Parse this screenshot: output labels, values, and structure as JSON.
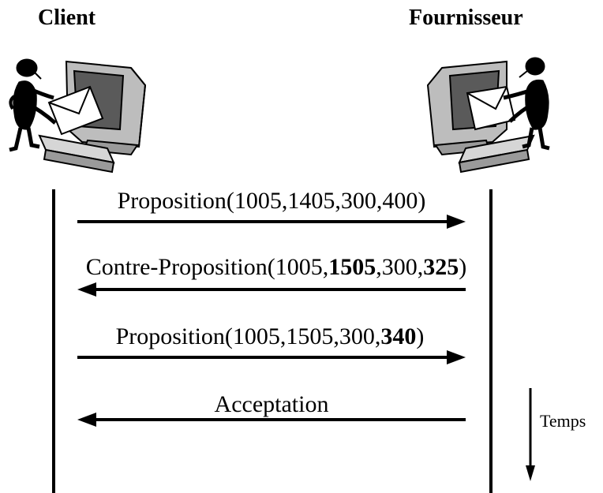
{
  "actors": {
    "client": "Client",
    "supplier": "Fournisseur"
  },
  "messages": [
    {
      "id": "m1",
      "direction": "right",
      "parts": [
        {
          "text": "Proposition(1005,1405,300,400)",
          "bold": false
        }
      ]
    },
    {
      "id": "m2",
      "direction": "left",
      "parts": [
        {
          "text": "Contre-Proposition(1005,",
          "bold": false
        },
        {
          "text": "1505",
          "bold": true
        },
        {
          "text": ",300,",
          "bold": false
        },
        {
          "text": "325",
          "bold": true
        },
        {
          "text": ")",
          "bold": false
        }
      ]
    },
    {
      "id": "m3",
      "direction": "right",
      "parts": [
        {
          "text": "Proposition(1005,1505,300,",
          "bold": false
        },
        {
          "text": "340",
          "bold": true
        },
        {
          "text": ")",
          "bold": false
        }
      ]
    },
    {
      "id": "m4",
      "direction": "left",
      "parts": [
        {
          "text": "Acceptation",
          "bold": false
        }
      ]
    }
  ],
  "time_axis": {
    "label": "Temps"
  },
  "icons": [
    "person-at-computer-icon",
    "envelope-icon"
  ]
}
